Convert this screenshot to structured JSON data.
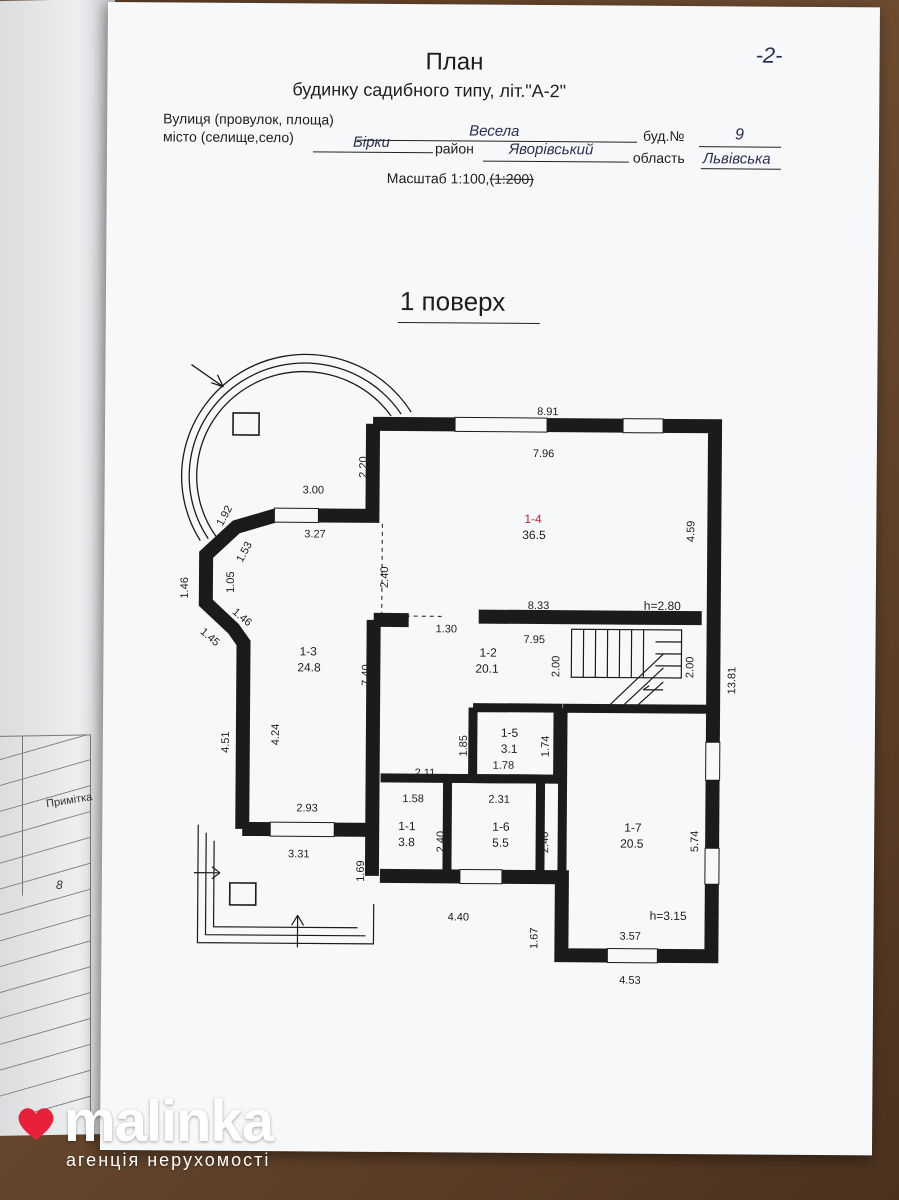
{
  "page_number": "-2-",
  "title": "План",
  "subtitle": "будинку садибного типу, літ.\"А-2\"",
  "address": {
    "street_label": "Вулиця (провулок, площа)",
    "street_value": "Весела",
    "house_label": "буд.№",
    "house_value": "9",
    "city_label": "місто (селище,село)",
    "city_value": "Бірки",
    "district_label": "район",
    "district_value": "Яворівський",
    "region_label": "область",
    "region_value": "Львівська"
  },
  "scale": {
    "label": "Масштаб 1:100,",
    "struck": "(1:200)"
  },
  "floor_title": "1 поверх",
  "rooms": [
    {
      "id": "1-1",
      "area": "3.8"
    },
    {
      "id": "1-2",
      "area": "20.1"
    },
    {
      "id": "1-3",
      "area": "24.8"
    },
    {
      "id": "1-4",
      "area": "36.5"
    },
    {
      "id": "1-5",
      "area": "3.1"
    },
    {
      "id": "1-6",
      "area": "5.5"
    },
    {
      "id": "1-7",
      "area": "20.5"
    }
  ],
  "heights": {
    "h1": "h=2.80",
    "h2": "h=3.15"
  },
  "dims": {
    "d891": "8.91",
    "d796": "7.96",
    "d220": "2.20",
    "d300": "3.00",
    "d327": "3.27",
    "d192": "1.92",
    "d153": "1.53",
    "d146a": "1.46",
    "d105": "1.05",
    "d146b": "1.46",
    "d145": "1.45",
    "d240a": "2.40",
    "d459": "4.59",
    "d833": "8.33",
    "d130": "1.30",
    "d795": "7.95",
    "d740": "7.40",
    "d200a": "2.00",
    "d200b": "2.00",
    "d1381": "13.81",
    "d451": "4.51",
    "d424": "4.24",
    "d185": "1.85",
    "d174": "1.74",
    "d178": "1.78",
    "d211": "2.11",
    "d158": "1.58",
    "d231": "2.31",
    "d293": "2.93",
    "d331": "3.31",
    "d240b": "2.40",
    "d240c": "2.40",
    "d574": "5.74",
    "d169": "1.69",
    "d440": "4.40",
    "d167": "1.67",
    "d357": "3.57",
    "d453": "4.53"
  },
  "sidebar_page": {
    "note_label": "Примітка",
    "row_number": "8"
  },
  "brand": {
    "name": "malinka",
    "tagline": "агенція нерухомості",
    "accent": "#e8203a"
  },
  "colors": {
    "room_id": "#c21e2e",
    "height_label": "#1e3fa0",
    "paper": "#f7f8f9"
  }
}
